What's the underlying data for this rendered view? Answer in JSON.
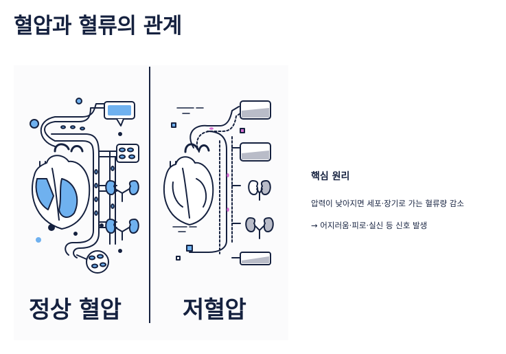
{
  "page": {
    "title": "혈압과 혈류의 관계"
  },
  "figure": {
    "normal_label": "정상 혈압",
    "low_label": "저혈압"
  },
  "side_text": {
    "heading": "핵심 원리",
    "line1": "압력이 낮아지면 세포·장기로 가는 혈류량 감소",
    "line2": "→ 어지러움·피로·실신 등 신호 발생"
  },
  "colors": {
    "navy": "#15213f",
    "blue": "#6fb1ef",
    "gray": "#b9bcc8",
    "pink": "#d66fd1"
  }
}
